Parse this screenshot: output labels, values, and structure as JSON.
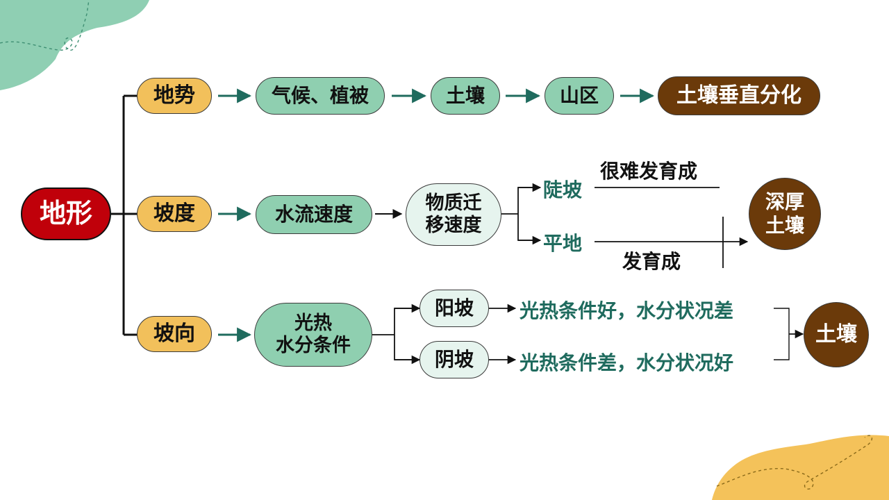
{
  "root": "地形",
  "branches": [
    {
      "label": "地势"
    },
    {
      "label": "坡度"
    },
    {
      "label": "坡向"
    }
  ],
  "row1": {
    "steps": [
      "气候、植被",
      "土壤",
      "山区"
    ],
    "result": "土壤垂直分化"
  },
  "row2": {
    "speed": "水流速度",
    "migration": "物质迁\n移速度",
    "steep": "陡坡",
    "steep_note": "很难发育成",
    "flat": "平地",
    "flat_note": "发育成",
    "result": "深厚\n土壤"
  },
  "row3": {
    "conditions": "光热\n水分条件",
    "sunny": "阳坡",
    "shady": "阴坡",
    "sunny_desc": "光热条件好，水分状况差",
    "shady_desc": "光热条件差，水分状况好",
    "result": "土壤"
  },
  "colors": {
    "yellow": "#f2c05b",
    "green": "#8fcfb0",
    "pale_green": "#e6f4ee",
    "brown": "#6b3a0a",
    "red": "#c0000a",
    "teal_text": "#1f6b5e",
    "corner_green": "#8fcfb3",
    "corner_yellow": "#f4c25a"
  }
}
